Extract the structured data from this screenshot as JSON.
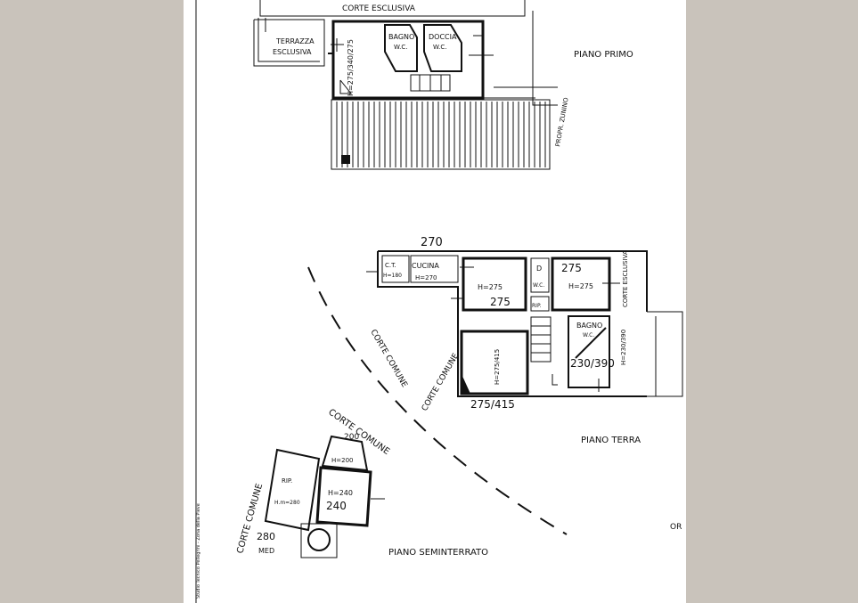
{
  "floors": {
    "first": {
      "title": "PIANO PRIMO",
      "corte_esclusiva": "CORTE ESCLUSIVA",
      "terrazza_line1": "TERRAZZA",
      "terrazza_line2": "ESCLUSIVA",
      "bagno_line1": "BAGNO",
      "bagno_line2": "W.C.",
      "doccia_line1": "DOCCIA",
      "doccia_line2": "W.C.",
      "room_height": "H=275/340/275",
      "neighbour_label": "PROPR. ZUNINO"
    },
    "ground": {
      "title": "PIANO TERRA",
      "top_dimension": "270",
      "ct_label": "C.T.",
      "ct_height": "H=180",
      "cucina_label": "CUCINA",
      "cucina_height": "H=270",
      "room1_height": "H=275",
      "room1_value": "275",
      "d_label": "D",
      "wc_small": "W.C.",
      "rip_label": "RIP.",
      "room2_value": "275",
      "room2_height": "H=275",
      "corte_esclusiva": "CORTE ESCLUSIVA",
      "room3_height": "H=275/415",
      "room3_value": "275/415",
      "bagno_line1": "BAGNO",
      "bagno_line2": "W.C.",
      "bagno_height": "H=230/390",
      "bagno_value": "230/390"
    },
    "basement": {
      "title": "PIANO SEMINTERRATO",
      "rip_label": "RIP.",
      "rip_height": "H.m=280",
      "room_height": "H=240",
      "room_value": "240",
      "upper_height": "H=200",
      "upper_value": "200",
      "dimension_value": "280",
      "dimension_suffix": "MED"
    }
  },
  "corte_comune_1": "CORTE COMUNE",
  "corte_comune_2": "CORTE COMUNE",
  "corte_comune_3": "CORTE COMUNE",
  "margin_text": "Studio Tecnico Pellegrini - Zona della Pieve",
  "edge_text": "OR"
}
